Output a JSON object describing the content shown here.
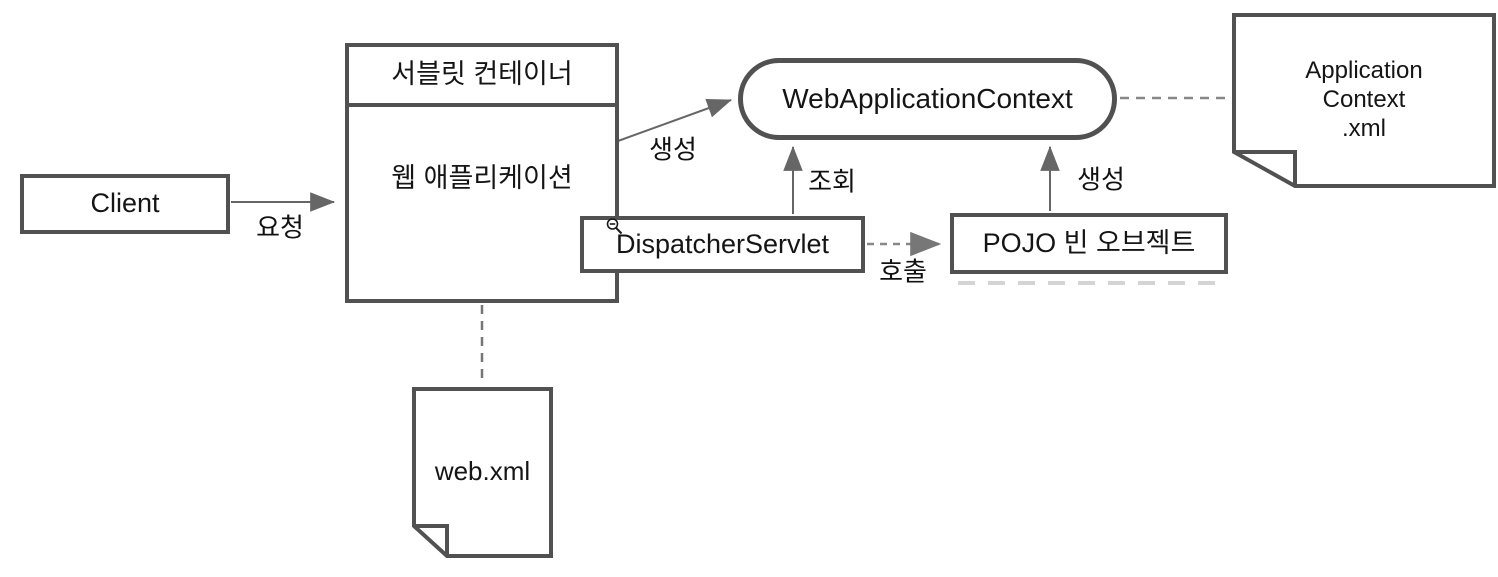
{
  "colors": {
    "background": "#ffffff",
    "box_border": "#515151",
    "arrow": "#666666",
    "dashed_line": "#888888",
    "faint_dashed": "#d4d4d4",
    "text": "#151515"
  },
  "nodes": {
    "client": {
      "label": "Client"
    },
    "servlet_container": {
      "title": "서블릿 컨테이너",
      "body": "웹 애플리케이션"
    },
    "dispatcher_servlet": {
      "label": "DispatcherServlet"
    },
    "pojo_bean": {
      "label": "POJO 빈 오브젝트"
    },
    "web_application_context": {
      "label": "WebApplicationContext"
    },
    "web_xml_document": {
      "label": "web.xml"
    },
    "application_context_document": {
      "lines": [
        "Application",
        "Context",
        ".xml"
      ]
    }
  },
  "edges": {
    "request": {
      "label": "요청",
      "from": "client",
      "to": "servlet_container",
      "style": "solid-arrow"
    },
    "create_context": {
      "label": "생성",
      "from": "web_application",
      "to": "web_application_context",
      "style": "solid-arrow"
    },
    "lookup": {
      "label": "조회",
      "from": "dispatcher_servlet",
      "to": "web_application_context",
      "style": "solid-arrow"
    },
    "create_bean": {
      "label": "생성",
      "from": "pojo_bean",
      "to": "web_application_context",
      "style": "solid-arrow"
    },
    "call": {
      "label": "호출",
      "from": "dispatcher_servlet",
      "to": "pojo_bean",
      "style": "dashed-arrow"
    },
    "context_file_link": {
      "from": "web_application_context",
      "to": "application_context_document",
      "style": "dashed"
    },
    "webxml_link": {
      "from": "web_application",
      "to": "web_xml_document",
      "style": "dashed"
    }
  },
  "icons": {
    "magnifier": "zoom-out-magnifier-icon"
  }
}
